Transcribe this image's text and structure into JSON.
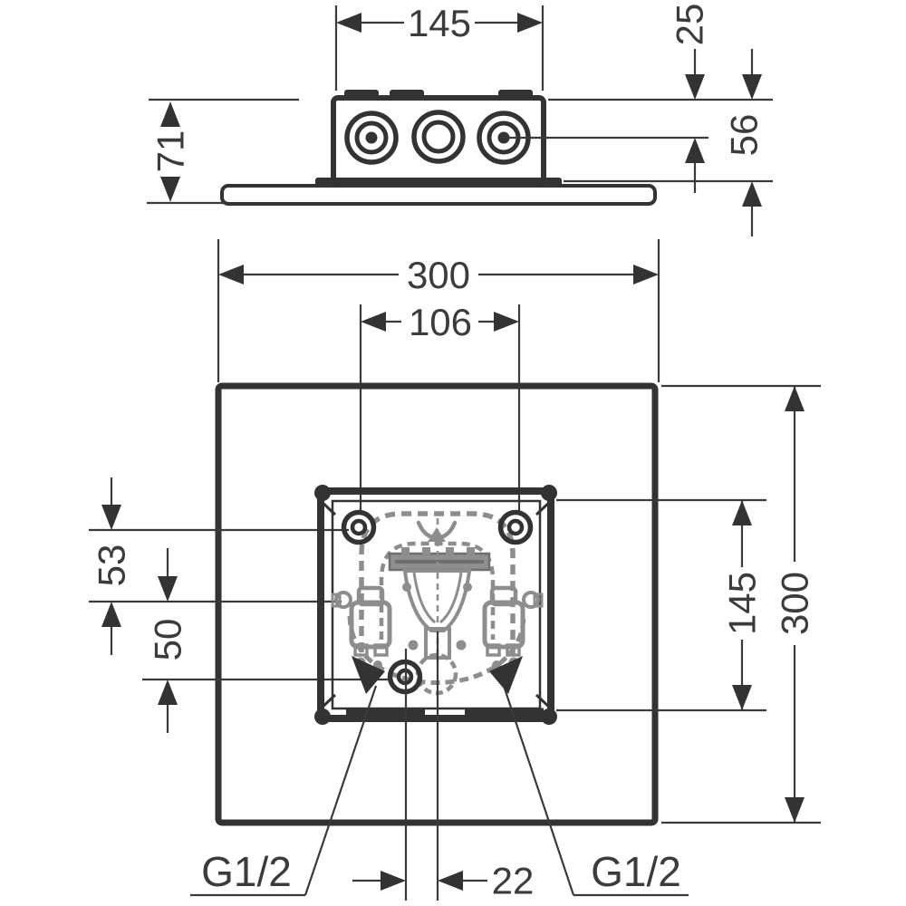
{
  "drawing": {
    "type": "technical-installation-drawing",
    "colors": {
      "line": "#333333",
      "mechanism_gray": "#8d8d8d",
      "text": "#3b3b3b",
      "background": "#ffffff"
    },
    "side_view": {
      "dim_body_width": "145",
      "dim_top_to_center": "25",
      "dim_total_height": "71",
      "dim_top_to_plate": "56"
    },
    "plan_view": {
      "dim_plate_width": "300",
      "dim_hole_spacing": "106",
      "dim_plate_height": "300",
      "dim_frame_spacing": "145",
      "dim_offset_upper": "53",
      "dim_offset_lower": "50",
      "dim_center_offset": "22",
      "thread_left": "G1/2",
      "thread_right": "G1/2"
    }
  }
}
